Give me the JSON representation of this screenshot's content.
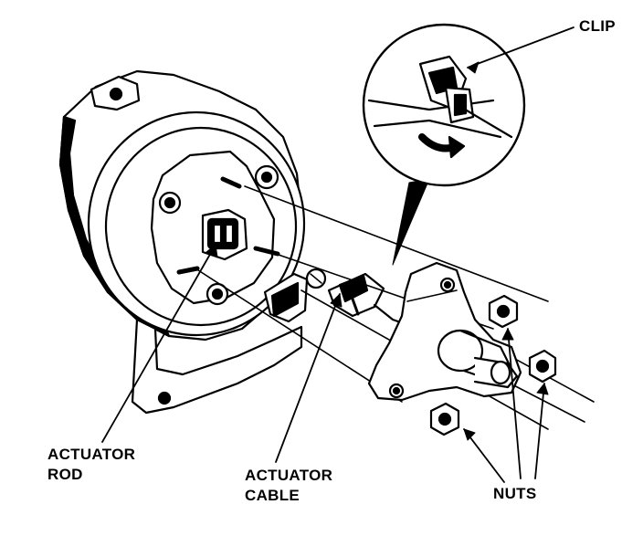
{
  "labels": {
    "clip": "CLIP",
    "actuator_rod_line1": "ACTUATOR",
    "actuator_rod_line2": "ROD",
    "actuator_cable_line1": "ACTUATOR",
    "actuator_cable_line2": "CABLE",
    "nuts": "NUTS"
  },
  "colors": {
    "ink": "#000000",
    "paper": "#ffffff"
  }
}
